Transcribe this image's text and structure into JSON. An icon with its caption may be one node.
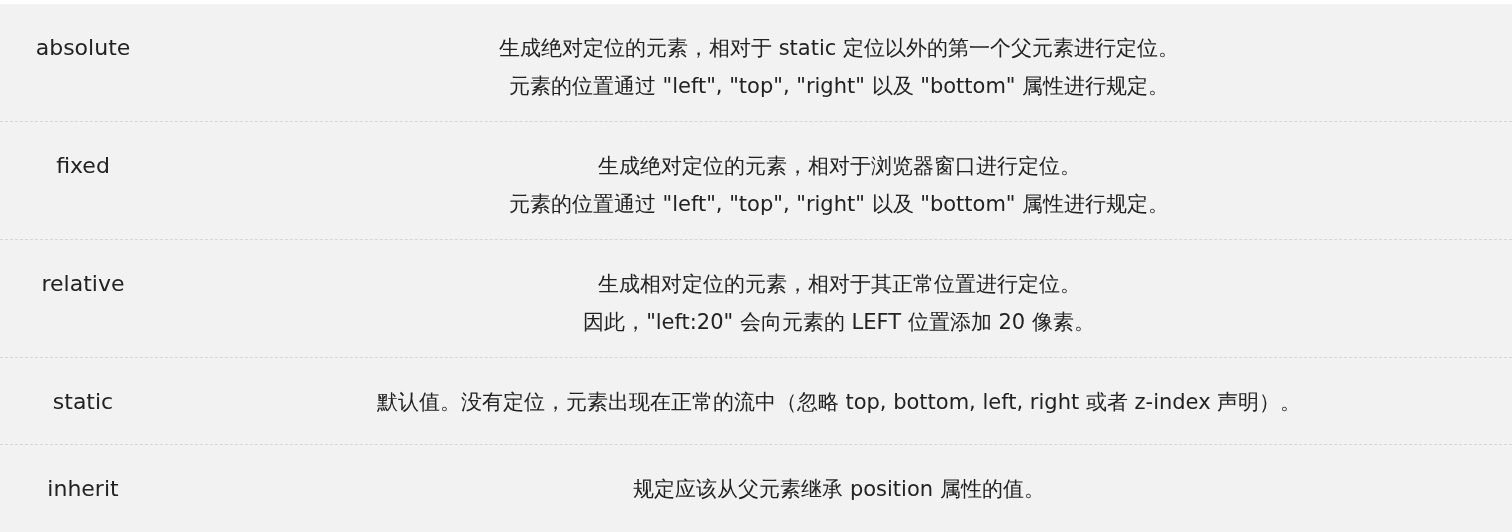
{
  "diagram": {
    "labels": [
      "absolute",
      "生成绝对定位的元素，相对于 static 定位以外的第一个父元素进行定位。",
      "元素的位置通过 \"left\", \"top\", \"right\" 以及 \"bottom\" 属性进行规定。",
      "fixed",
      "生成绝对定位的元素，相对于浏览器窗口进行定位。",
      "元素的位置通过 \"left\", \"top\", \"right\" 以及 \"bottom\" 属性进行规定。",
      "relative",
      "生成相对定位的元素，相对于其正常位置进行定位。",
      "因此，\"left:20\" 会向元素的 LEFT 位置添加 20 像素。",
      "static",
      "默认值。没有定位，元素出现在正常的流中（忽略 top, bottom, left, right 或者 z-index 声明）。",
      "inherit",
      "规定应该从父元素继承 position 属性的值。"
    ]
  }
}
